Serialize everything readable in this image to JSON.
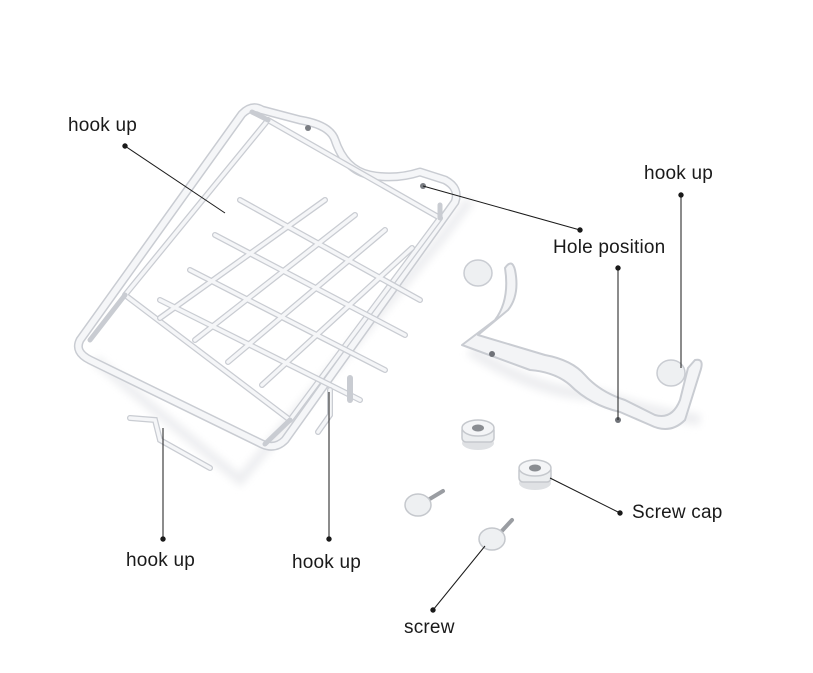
{
  "labels": {
    "hook_top_left": "hook up",
    "hook_top_right": "hook up",
    "hole_position": "Hole position",
    "screw_cap": "Screw cap",
    "hook_bottom_left": "hook up",
    "hook_bottom_middle": "hook up",
    "screw": "screw"
  },
  "colors": {
    "background": "#ffffff",
    "wire": "#f2f3f5",
    "wire_edge": "#c9ccd2",
    "shadow": "#e6e7ea",
    "leader": "#1a1a1a",
    "label_text": "#1a1a1a"
  }
}
